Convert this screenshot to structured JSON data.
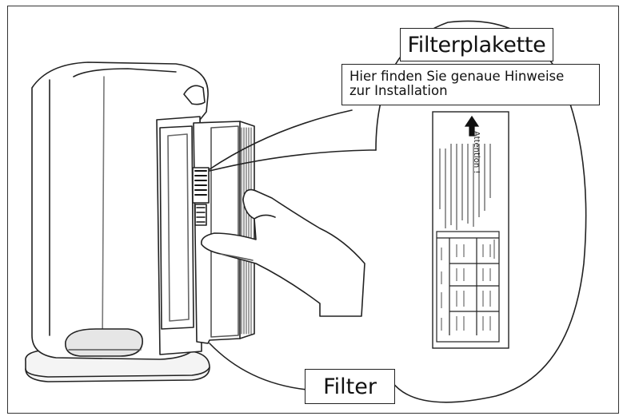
{
  "labels": {
    "plate_title": "Filterplakette",
    "plate_hint_line1": "Hier finden Sie genaue Hinweise",
    "plate_hint_line2": "zur Installation",
    "filter": "Filter"
  },
  "plate": {
    "heading": "Attention !"
  },
  "icons": {
    "arrow": "arrow-up-icon"
  },
  "colors": {
    "line": "#222222",
    "background": "#ffffff"
  }
}
